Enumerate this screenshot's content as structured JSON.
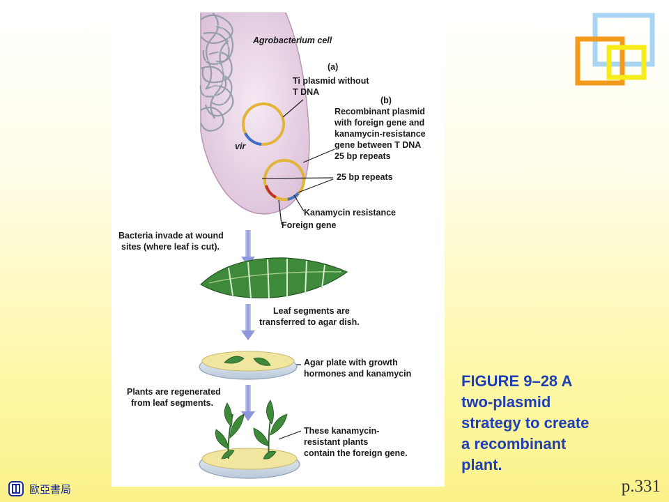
{
  "diagram": {
    "labels": {
      "agrobacterium_cell": "Agrobacterium cell",
      "part_a": "(a)",
      "ti_plasmid": [
        "Ti plasmid without",
        "T DNA"
      ],
      "part_b": "(b)",
      "recombinant_plasmid": [
        "Recombinant plasmid",
        "with foreign gene and",
        "kanamycin-resistance",
        "gene between T DNA",
        "25 bp repeats"
      ],
      "vir": "vir",
      "bp_repeats": "25 bp repeats",
      "kanamycin_resistance": "Kanamycin resistance",
      "foreign_gene": "Foreign gene",
      "step1": [
        "Bacteria invade at wound",
        "sites (where leaf is cut)."
      ],
      "step2": [
        "Leaf segments are",
        "transferred to agar dish."
      ],
      "agar_plate": [
        "Agar plate with growth",
        "hormones and kanamycin"
      ],
      "step3": [
        "Plants are regenerated",
        "from leaf segments."
      ],
      "resistant_plants": [
        "These kanamycin-",
        "resistant plants",
        "contain the foreign gene."
      ]
    }
  },
  "caption": {
    "lines": [
      "FIGURE 9–28 A",
      "two-plasmid",
      "strategy to create",
      "a recombinant",
      "plant."
    ]
  },
  "footer": {
    "publisher": "歐亞書局",
    "page": "p.331"
  },
  "colors": {
    "caption_text": "#1f3fb4",
    "square_blue": "#a9d4f2",
    "square_orange": "#f29a1a",
    "square_yellow": "#f6ec1c",
    "cell_fill": "#e9d6e6",
    "plasmid_gold": "#e2b43a",
    "plasmid_blue": "#3f6fc6",
    "plasmid_red": "#c0302a",
    "arrow": "#9fa6df",
    "leaf_green": "#3f8a3a",
    "agar": "#f0e6a0"
  }
}
